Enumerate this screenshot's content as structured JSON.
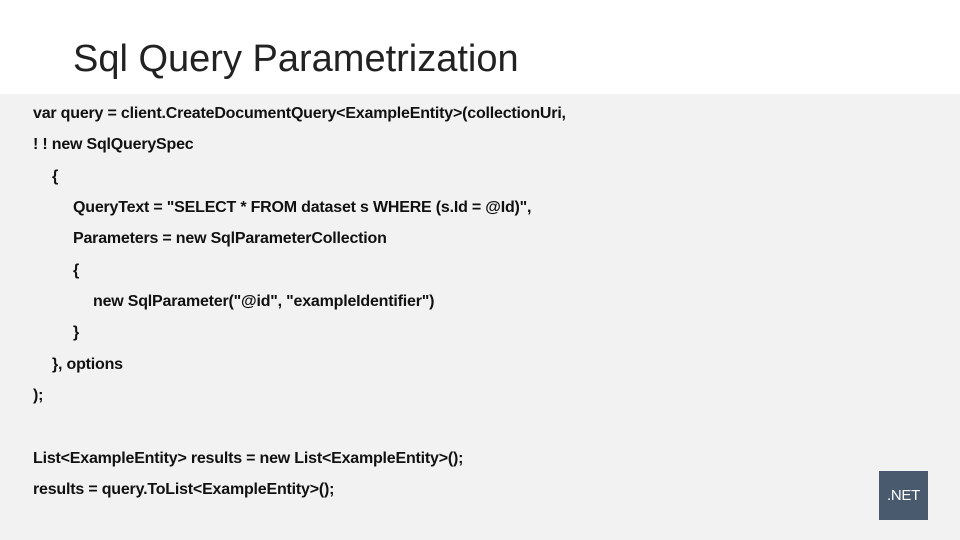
{
  "slide": {
    "title": "Sql Query Parametrization",
    "code_lines": [
      "var query = client.CreateDocumentQuery<ExampleEntity>(collectionUri,",
      "! ! new SqlQuerySpec",
      "{",
      "QueryText = \"SELECT * FROM dataset s WHERE (s.Id = @Id)\",",
      "Parameters = new SqlParameterCollection",
      "{",
      "new SqlParameter(\"@id\", \"exampleIdentifier\")",
      "}",
      "}, options",
      ");",
      "List<ExampleEntity> results = new List<ExampleEntity>();",
      "results = query.ToList<ExampleEntity>();"
    ],
    "badge_label": ".NET"
  },
  "colors": {
    "content_background": "#f2f2f2",
    "badge_background": "#4a5a6e",
    "text": "#111111"
  }
}
